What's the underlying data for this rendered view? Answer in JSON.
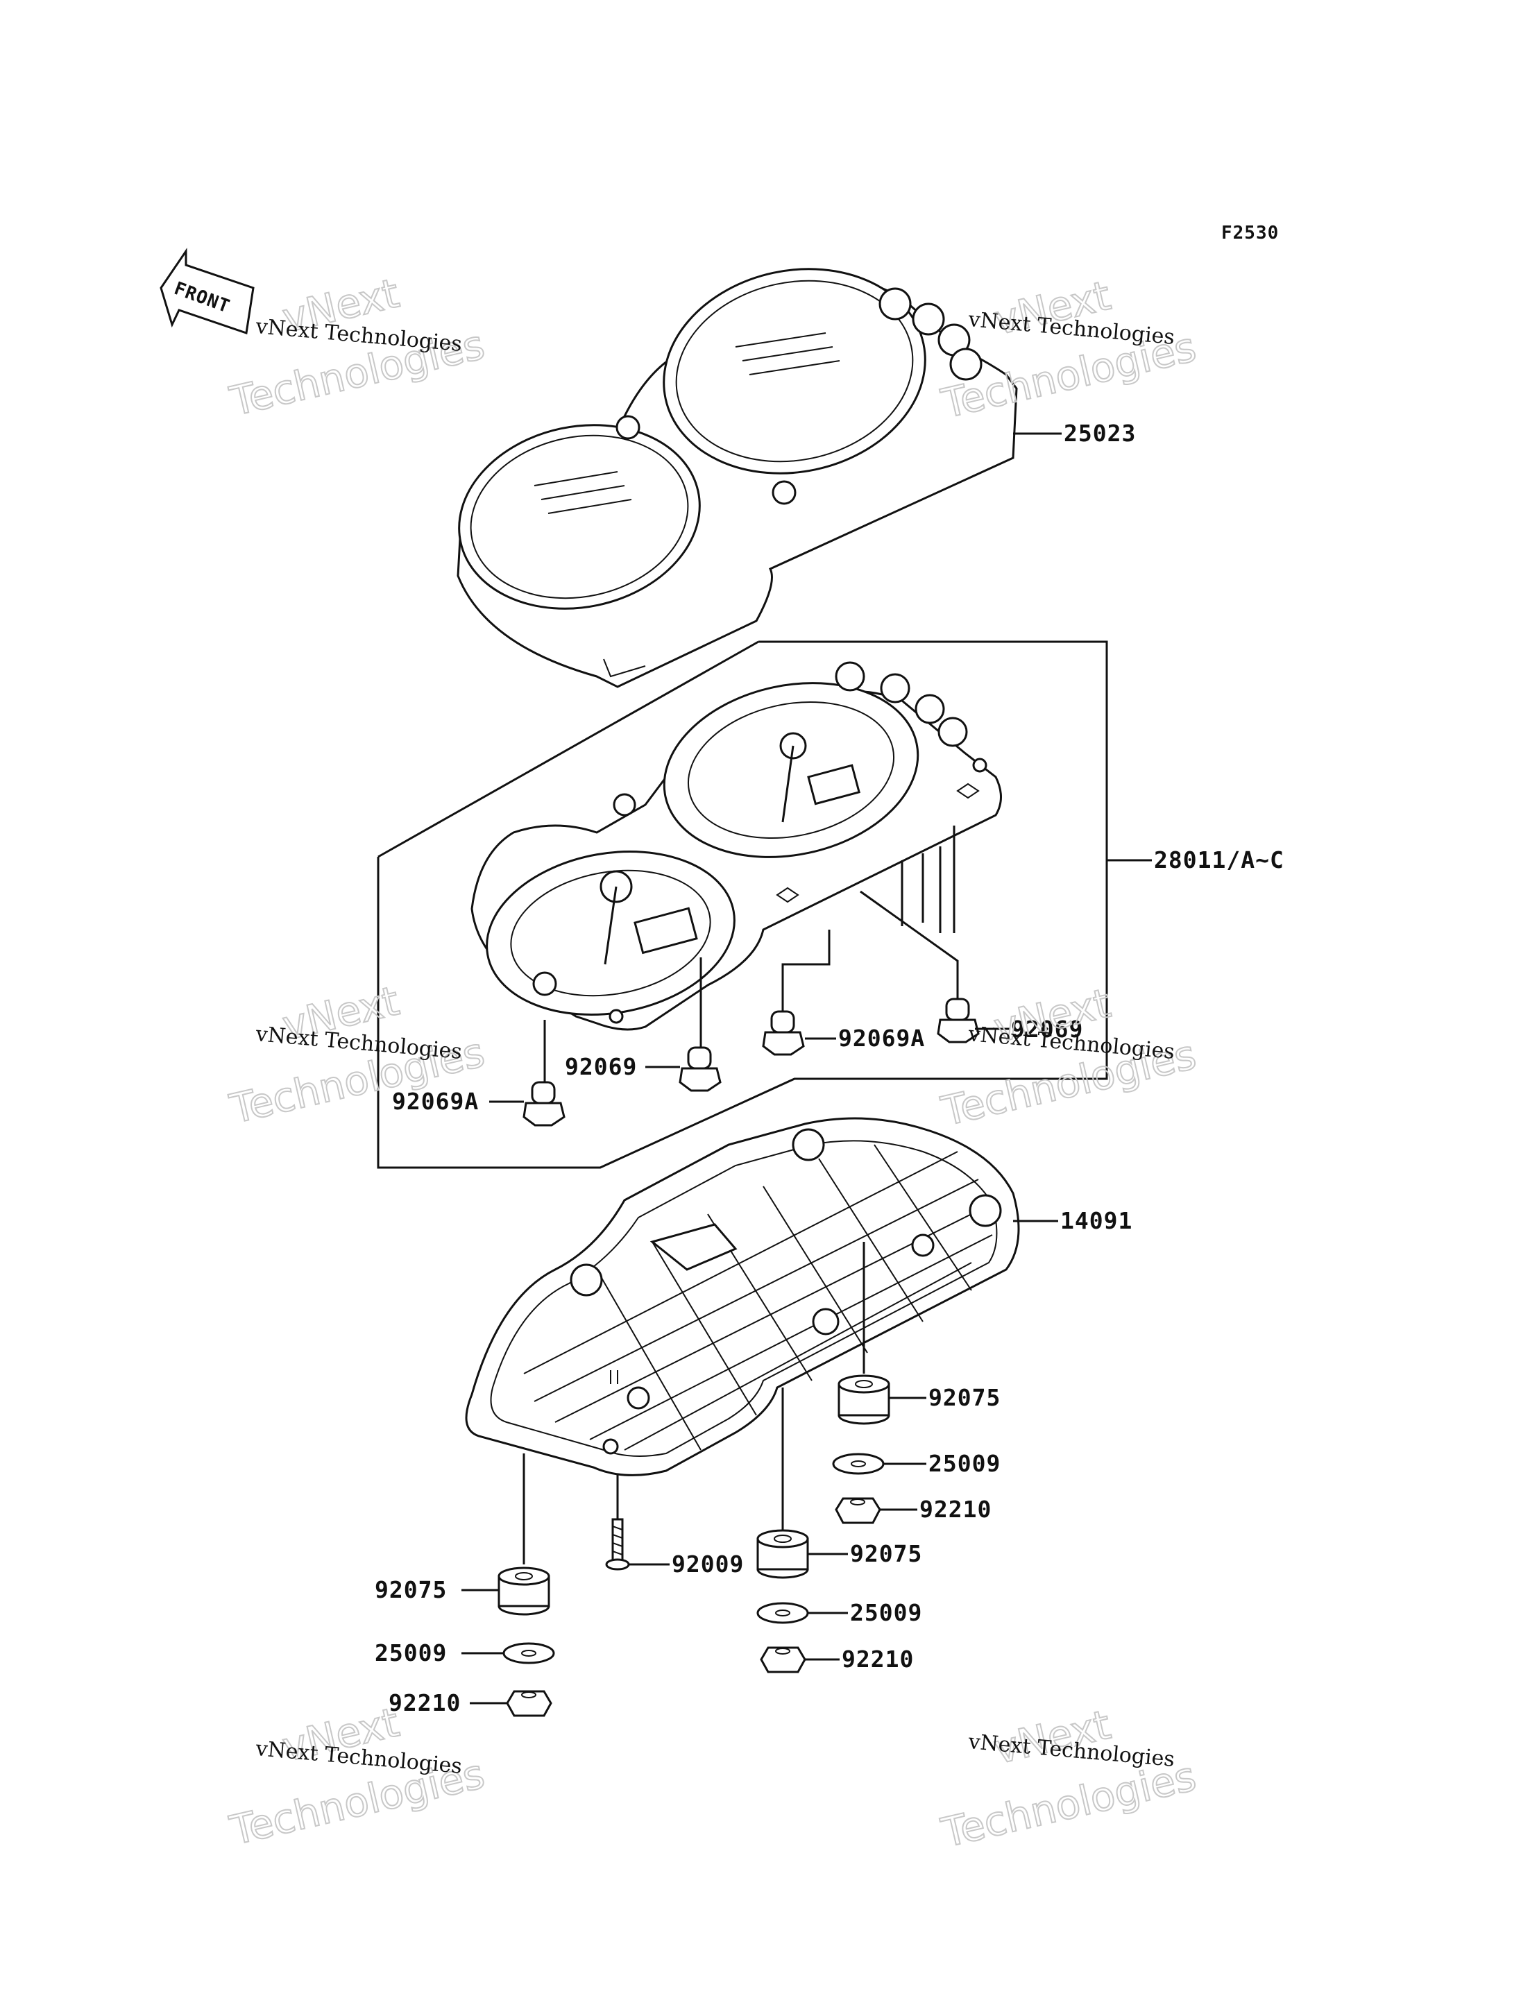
{
  "figure_code": "F2530",
  "front_label": "FRONT",
  "watermark": {
    "line1": "vNext",
    "line2": "Technologies",
    "small": "vNext Technologies"
  },
  "parts": {
    "meter_cover": "25023",
    "meter_assy": "28011/A~C",
    "bulb_a_right": "92069A",
    "bulb_right": "92069",
    "bulb_center": "92069",
    "bulb_a_left": "92069A",
    "meter_case": "14091",
    "damper_right": "92075",
    "washer_right": "25009",
    "nut_right": "92210",
    "screw": "92009",
    "damper_center": "92075",
    "washer_center": "25009",
    "nut_center": "92210",
    "damper_left": "92075",
    "washer_left": "25009",
    "nut_left": "92210"
  }
}
